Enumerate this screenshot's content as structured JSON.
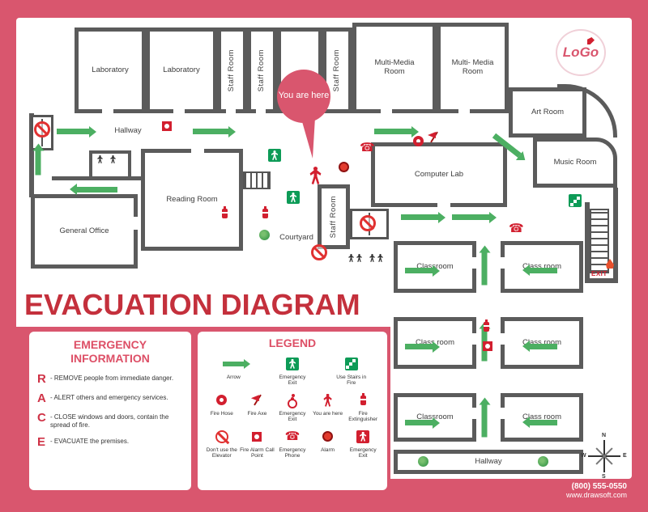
{
  "title": "EVACUATION DIAGRAM",
  "logo": {
    "text": "LoGo"
  },
  "balloon": {
    "text": "You are here"
  },
  "exit_text": "EXIT",
  "rooms": {
    "lab1": "Laboratory",
    "lab2": "Laboratory",
    "staff1": "Staff Room",
    "staff2": "Staff Room",
    "staff3": "Staff Room",
    "staff4": "Staff Room",
    "mm1": "Multi-Media Room",
    "mm2": "Multi- Media Room",
    "art": "Art Room",
    "music": "Music Room",
    "computer": "Computer Lab",
    "reading": "Reading Room",
    "office": "General Office",
    "courtyard": "Courtyard",
    "hallway_top": "Hallway",
    "hallway_bottom": "Hallway",
    "c1": "Classroom",
    "c2": "Class room",
    "c3": "Class room",
    "c4": "Class room",
    "c5": "Classroom",
    "c6": "Class room"
  },
  "emergency_info": {
    "title": "EMERGENCY INFORMATION",
    "items": [
      {
        "letter": "R",
        "text": "- REMOVE people from immediate danger."
      },
      {
        "letter": "A",
        "text": "- ALERT others and emergency services."
      },
      {
        "letter": "C",
        "text": "- CLOSE windows and doors, contain the spread of fire."
      },
      {
        "letter": "E",
        "text": "- EVACUATE the premises."
      }
    ]
  },
  "legend": {
    "title": "LEGEND",
    "row1": [
      {
        "label": "Arrow"
      },
      {
        "label": "Emergency Exit"
      },
      {
        "label": "Use Stairs in Fire"
      }
    ],
    "row2": [
      {
        "label": "Fire Hose"
      },
      {
        "label": "Fire Axe"
      },
      {
        "label": "Emergency Exit"
      },
      {
        "label": "You are here"
      },
      {
        "label": "Fire Extinguisher"
      }
    ],
    "row3": [
      {
        "label": "Don't use the Elevator"
      },
      {
        "label": "Fire Alarm Call Point"
      },
      {
        "label": "Emergency Phone"
      },
      {
        "label": "Alarm"
      },
      {
        "label": "Emergency Exit"
      }
    ]
  },
  "compass": {
    "n": "N",
    "e": "E",
    "s": "S",
    "w": "W"
  },
  "contact": {
    "phone": "(800) 555-0550",
    "website": "www.drawsoft.com"
  },
  "colors": {
    "frame_pink": "#d9566e",
    "wall_gray": "#5b5b5b",
    "route_green": "#4caf62",
    "exit_green": "#0d9b57",
    "alert_red": "#d21f2f",
    "title_red": "#c4303c"
  }
}
